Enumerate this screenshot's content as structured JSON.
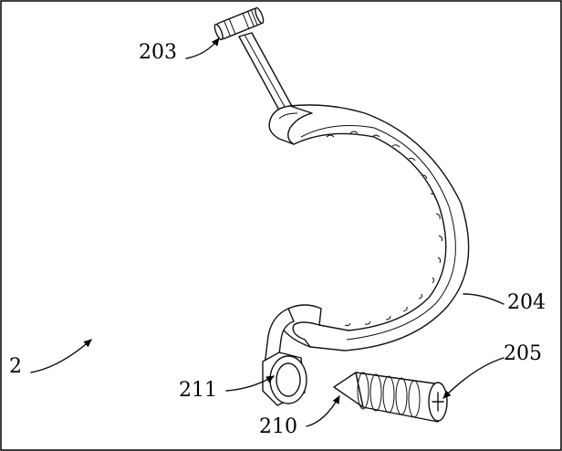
{
  "figure": {
    "labels": {
      "assembly": "2",
      "joint": "203",
      "arc": "204",
      "screw": "205",
      "tip": "210",
      "ring": "211"
    }
  }
}
